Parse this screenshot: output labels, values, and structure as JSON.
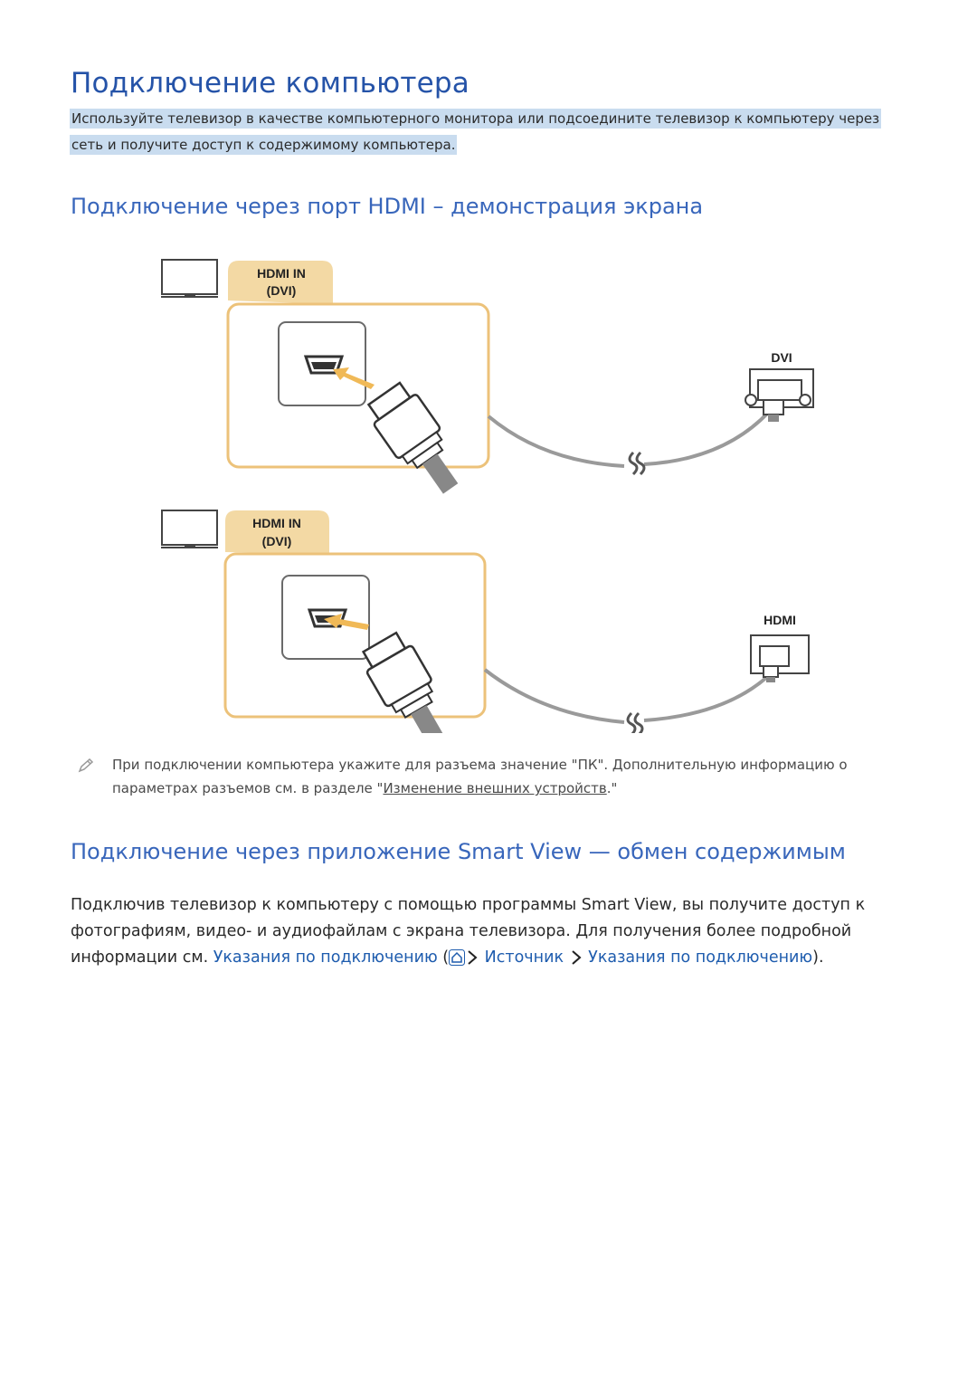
{
  "page_title": "Подключение компьютера",
  "intro": {
    "line1": "Используйте телевизор в качестве компьютерного монитора или подсоедините телевизор к компьютеру через",
    "line2": "сеть и получите доступ к содержимому компьютера."
  },
  "section_hdmi": {
    "heading": "Подключение через порт HDMI – демонстрация экрана",
    "diagram": {
      "top_tab_line1": "HDMI IN",
      "top_tab_line2": "(DVI)",
      "top_device_label": "DVI",
      "bottom_tab_line1": "HDMI IN",
      "bottom_tab_line2": "(DVI)",
      "bottom_device_label": "HDMI"
    },
    "note": {
      "text_before": "При подключении компьютера укажите для разъема значение \"ПК\". Дополнительную информацию о параметрах разъемов см. в разделе \"",
      "link": "Изменение внешних устройств",
      "text_after": ".\""
    }
  },
  "section_smartview": {
    "heading": "Подключение через приложение Smart View — обмен содержимым",
    "text_before": "Подключив телевизор к компьютеру с помощью программы Smart View, вы получите доступ к фотографиям, видео- и аудиофайлам с экрана телевизора. Для получения более подробной информации см. ",
    "link_guide": "Указания по подключению",
    "open_paren": " (",
    "path_source": "Источник",
    "path_guide": "Указания по подключению",
    "close_paren": ")."
  },
  "colors": {
    "heading_blue": "#2553a8",
    "link_blue": "#1e5cae",
    "highlight": "#c9dcef",
    "tab_fill": "#f3d9a4",
    "panel_border": "#ecc27a"
  },
  "icons": [
    "tv-icon",
    "hdmi-port-icon",
    "hdmi-plug-icon",
    "dvi-connector-icon",
    "hdmi-connector-icon",
    "cable-break-icon",
    "note-pencil-icon",
    "home-icon",
    "chevron-right-icon"
  ]
}
